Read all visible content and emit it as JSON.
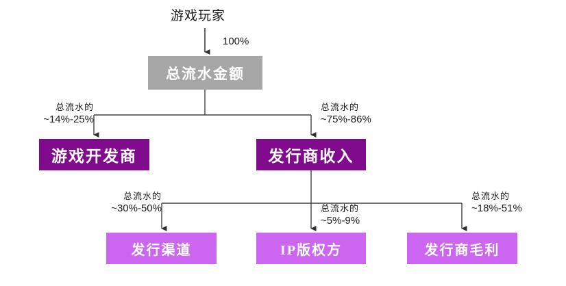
{
  "diagram": {
    "type": "flowchart",
    "title_text": "游戏玩家",
    "background": "#ffffff",
    "colors": {
      "gray_node": "#a6a6a6",
      "dark_purple_node": "#800B8D",
      "light_purple_node": "#CC66F0",
      "connector": "#404040",
      "node_text": "#ffffff",
      "label_text": "#1a1a1a"
    },
    "source": {
      "label": "游戏玩家",
      "flow_pct": "100%"
    },
    "nodes": [
      {
        "id": "total-revenue",
        "label": "总流水金额",
        "style": "gray"
      },
      {
        "id": "game-developer",
        "label": "游戏开发商",
        "style": "dark-purple"
      },
      {
        "id": "publisher-income",
        "label": "发行商收入",
        "style": "dark-purple"
      },
      {
        "id": "dist-channel",
        "label": "发行渠道",
        "style": "light-purple"
      },
      {
        "id": "ip-owner",
        "label": "IP版权方",
        "style": "light-purple"
      },
      {
        "id": "publisher-margin",
        "label": "发行商毛利",
        "style": "light-purple"
      }
    ],
    "edges": [
      {
        "id": "edge-player-to-total",
        "from": "游戏玩家",
        "to": "总流水金额",
        "prefix": "",
        "value": "100%"
      },
      {
        "id": "edge-total-to-developer",
        "from": "总流水金额",
        "to": "游戏开发商",
        "prefix": "总流水的",
        "value": "~14%-25%"
      },
      {
        "id": "edge-total-to-publisher",
        "from": "总流水金额",
        "to": "发行商收入",
        "prefix": "总流水的",
        "value": "~75%-86%"
      },
      {
        "id": "edge-publisher-to-channel",
        "from": "发行商收入",
        "to": "发行渠道",
        "prefix": "总流水的",
        "value": "~30%-50%"
      },
      {
        "id": "edge-publisher-to-ip",
        "from": "发行商收入",
        "to": "IP版权方",
        "prefix": "总流水的",
        "value": "~5%-9%"
      },
      {
        "id": "edge-publisher-to-margin",
        "from": "发行商收入",
        "to": "发行商毛利",
        "prefix": "总流水的",
        "value": "~18%-51%"
      }
    ]
  }
}
